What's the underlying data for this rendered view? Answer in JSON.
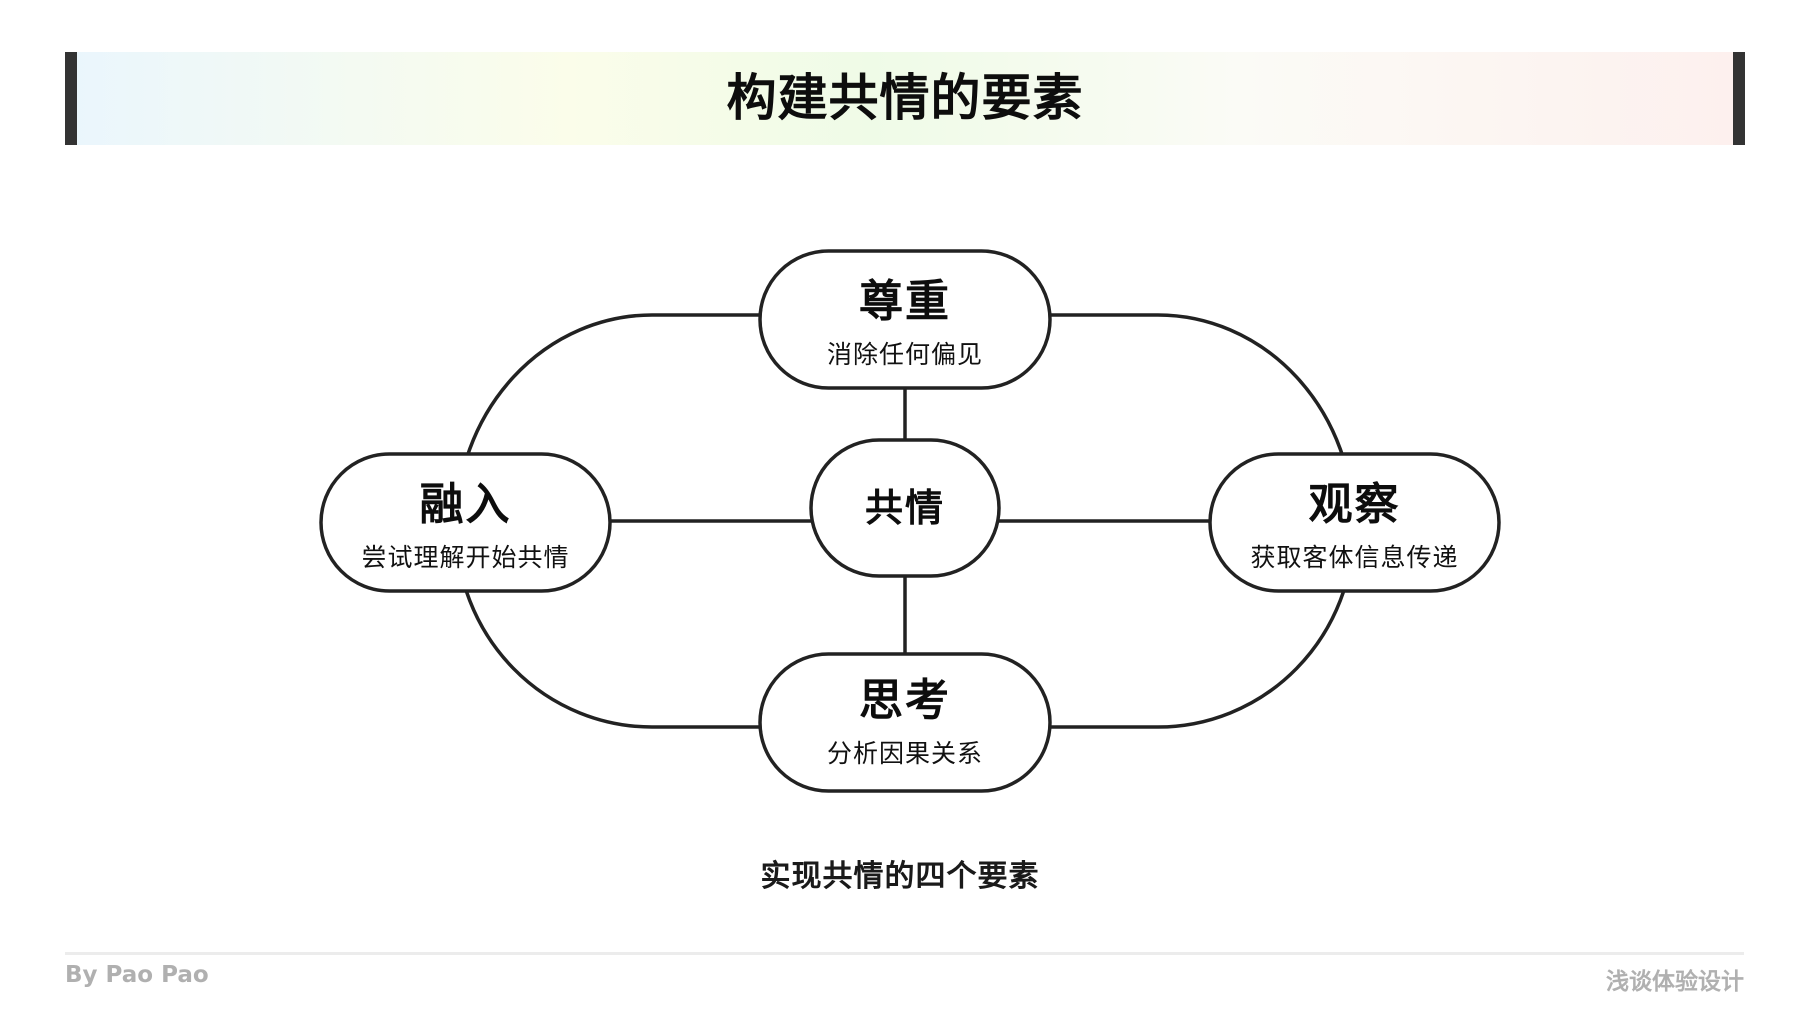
{
  "header": {
    "title": "构建共情的要素"
  },
  "diagram": {
    "center": "共情",
    "nodes": {
      "top": {
        "title": "尊重",
        "desc": "消除任何偏见"
      },
      "left": {
        "title": "融入",
        "desc": "尝试理解开始共情"
      },
      "right": {
        "title": "观察",
        "desc": "获取客体信息传递"
      },
      "bottom": {
        "title": "思考",
        "desc": "分析因果关系"
      }
    }
  },
  "caption": "实现共情的四个要素",
  "footer": {
    "author": "By Pao Pao",
    "brand": "浅谈体验设计"
  },
  "colors": {
    "stroke": "#222222",
    "accent_bar": "#333333"
  }
}
